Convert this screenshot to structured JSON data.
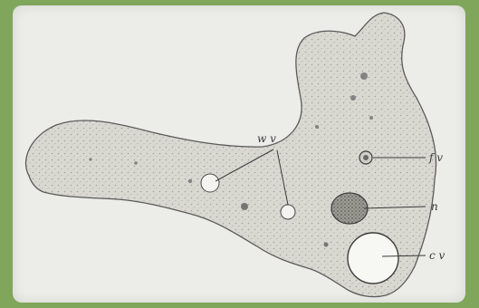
{
  "frame_color": "#7fa65a",
  "paper_color": "#ecece8",
  "ink_color": "#3a3a3a",
  "labels": {
    "water_vacuoles": "w v",
    "food_vacuole": "f v",
    "nucleus": "n",
    "contractile_vacuole": "c v"
  }
}
